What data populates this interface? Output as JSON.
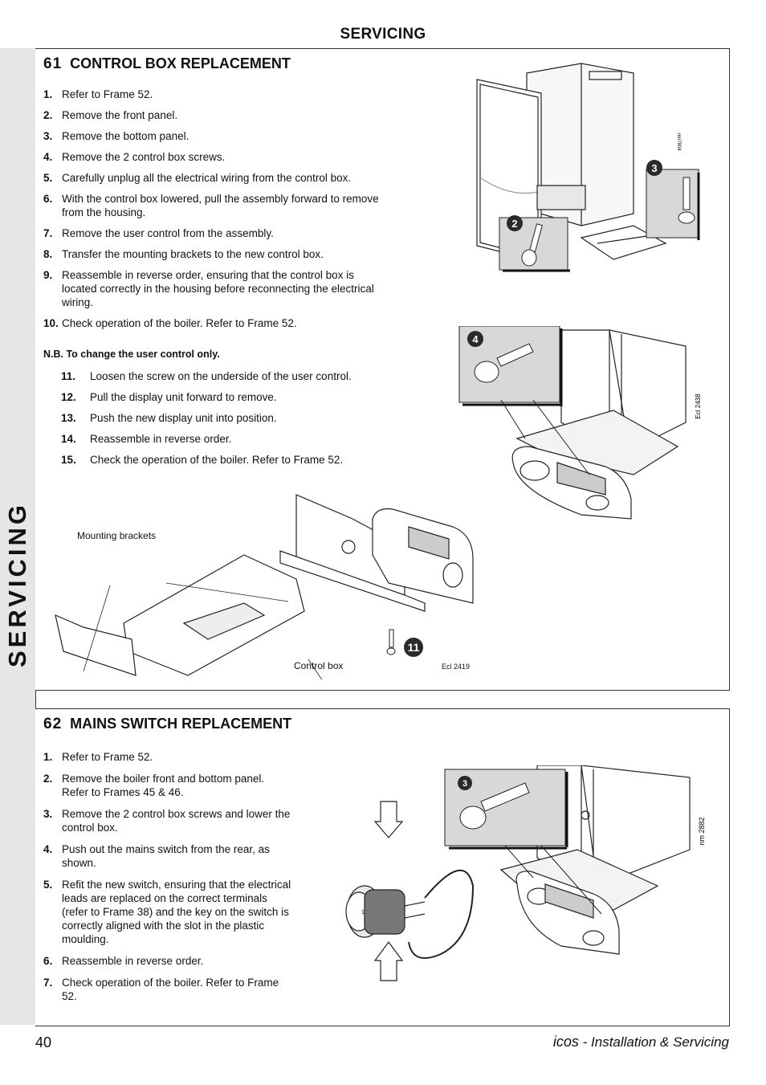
{
  "header": {
    "title": "SERVICING"
  },
  "sidebar": {
    "label": "SERVICING"
  },
  "frame61": {
    "number": "61",
    "title": "CONTROL BOX REPLACEMENT",
    "steps": [
      {
        "n": "1.",
        "text": "Refer to Frame 52."
      },
      {
        "n": "2.",
        "text": "Remove the front panel."
      },
      {
        "n": "3.",
        "text": "Remove the bottom panel."
      },
      {
        "n": "4.",
        "text": "Remove the 2 control box screws."
      },
      {
        "n": "5.",
        "text": "Carefully unplug all the electrical wiring from the control box."
      },
      {
        "n": "6.",
        "text": "With the control box lowered, pull the assembly forward to remove from the housing."
      },
      {
        "n": "7.",
        "text": "Remove the user control from the assembly."
      },
      {
        "n": "8.",
        "text": "Transfer the mounting brackets to the new control box."
      },
      {
        "n": "9.",
        "text": "Reassemble in reverse order, ensuring that the control box is located correctly in the housing before reconnecting the electrical wiring."
      },
      {
        "n": "10.",
        "text": "Check operation of the boiler. Refer to Frame 52."
      }
    ],
    "nb": "N.B. To change the user control only.",
    "substeps": [
      {
        "n": "11.",
        "text": "Loosen the screw on the underside of the user control."
      },
      {
        "n": "12.",
        "text": "Pull the display unit forward to remove."
      },
      {
        "n": "13.",
        "text": "Push the new display unit into position."
      },
      {
        "n": "14.",
        "text": "Reassemble in reverse order."
      },
      {
        "n": "15.",
        "text": "Check the operation of the boiler. Refer to Frame 52."
      }
    ],
    "diagrams": {
      "top_ref": "nm7804",
      "top_badge_2": "2",
      "top_badge_3": "3",
      "middle_ref": "Ecl 2438",
      "middle_badge_4": "4",
      "bottom_ref": "Ecl 2419",
      "bottom_badge_11": "11",
      "callout_mounting": "Mounting brackets",
      "callout_controlbox": "Control box"
    }
  },
  "frame62": {
    "number": "62",
    "title": "MAINS SWITCH REPLACEMENT",
    "steps": [
      {
        "n": "1.",
        "text": "Refer to Frame 52."
      },
      {
        "n": "2.",
        "text": "Remove the boiler front and bottom panel. Refer to Frames 45 & 46."
      },
      {
        "n": "3.",
        "text": "Remove the 2 control box screws and lower the control box."
      },
      {
        "n": "4.",
        "text": "Push out the mains switch from the rear, as shown."
      },
      {
        "n": "5.",
        "text": "Refit the new switch, ensuring that the electrical leads are replaced on the correct terminals (refer to Frame 38) and the key on the switch is correctly aligned with the slot in the plastic moulding."
      },
      {
        "n": "6.",
        "text": "Reassemble in reverse order."
      },
      {
        "n": "7.",
        "text": "Check operation of the boiler. Refer to Frame 52."
      }
    ],
    "diagrams": {
      "ref": "nm 2882",
      "badge_3": "3"
    }
  },
  "footer": {
    "page": "40",
    "brand": "icos",
    "title": " - Installation & Servicing"
  }
}
